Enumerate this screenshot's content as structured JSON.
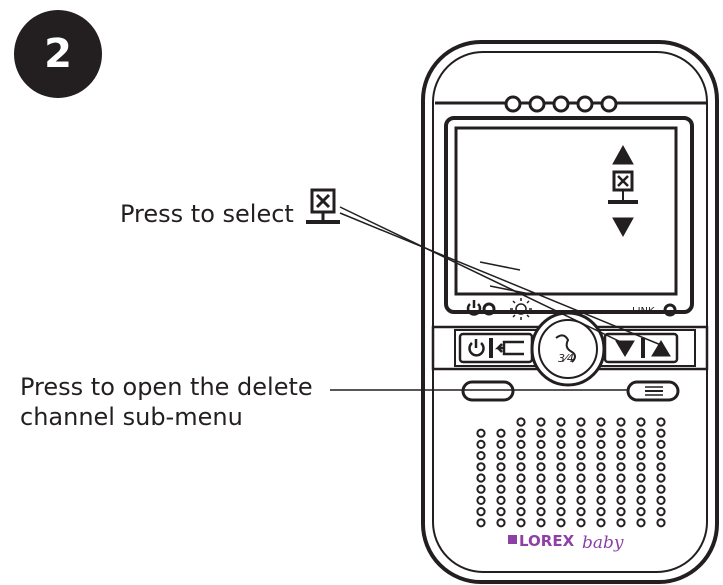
{
  "step": {
    "number": "2"
  },
  "callouts": {
    "select_label": "Press to select",
    "open_label_line1": "Press to open the delete",
    "open_label_line2": "channel sub-menu"
  },
  "device": {
    "link_label": "LINK",
    "brand_name": "LOREX",
    "brand_suffix": "baby"
  },
  "icons": [
    "power-icon",
    "back-icon",
    "talk-icon",
    "down-arrow-icon",
    "up-arrow-icon",
    "brightness-icon",
    "delete-channel-icon",
    "menu-icon"
  ],
  "colors": {
    "ink": "#231f20",
    "brand": "#8e3fa8",
    "badge": "#231f20"
  }
}
